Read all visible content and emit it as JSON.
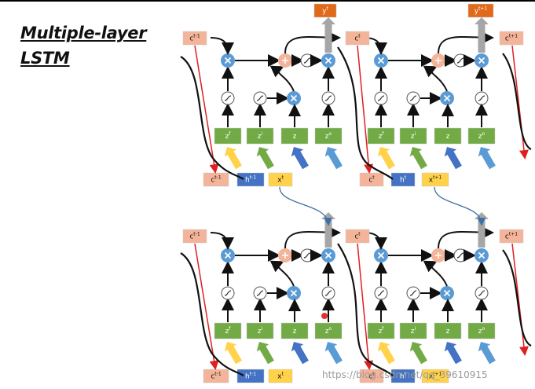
{
  "title_line1": "Multiple-layer",
  "title_line2": "LSTM",
  "labels": {
    "c": "c",
    "h": "h",
    "x": "x",
    "y": "y",
    "z": "z",
    "zi": "z",
    "zi_sup": "i",
    "zf": "z",
    "zf_sup": "f",
    "zo": "z",
    "zo_sup": "o",
    "sup_tm1": "t-1",
    "sup_t": "t",
    "sup_tp1": "t+1"
  },
  "watermark": "https://blog.csdn.net/qq_39610915",
  "colors": {
    "salmon": "#f4b49a",
    "green": "#72ab46",
    "blue_box": "#4472c4",
    "yellow": "#ffd24a",
    "orange": "#e0691a",
    "node_blue": "#5b9bd5",
    "arrow_red": "#e02020",
    "arrow_teal": "#3c6fa6",
    "up_gray": "#a6a6a6"
  }
}
